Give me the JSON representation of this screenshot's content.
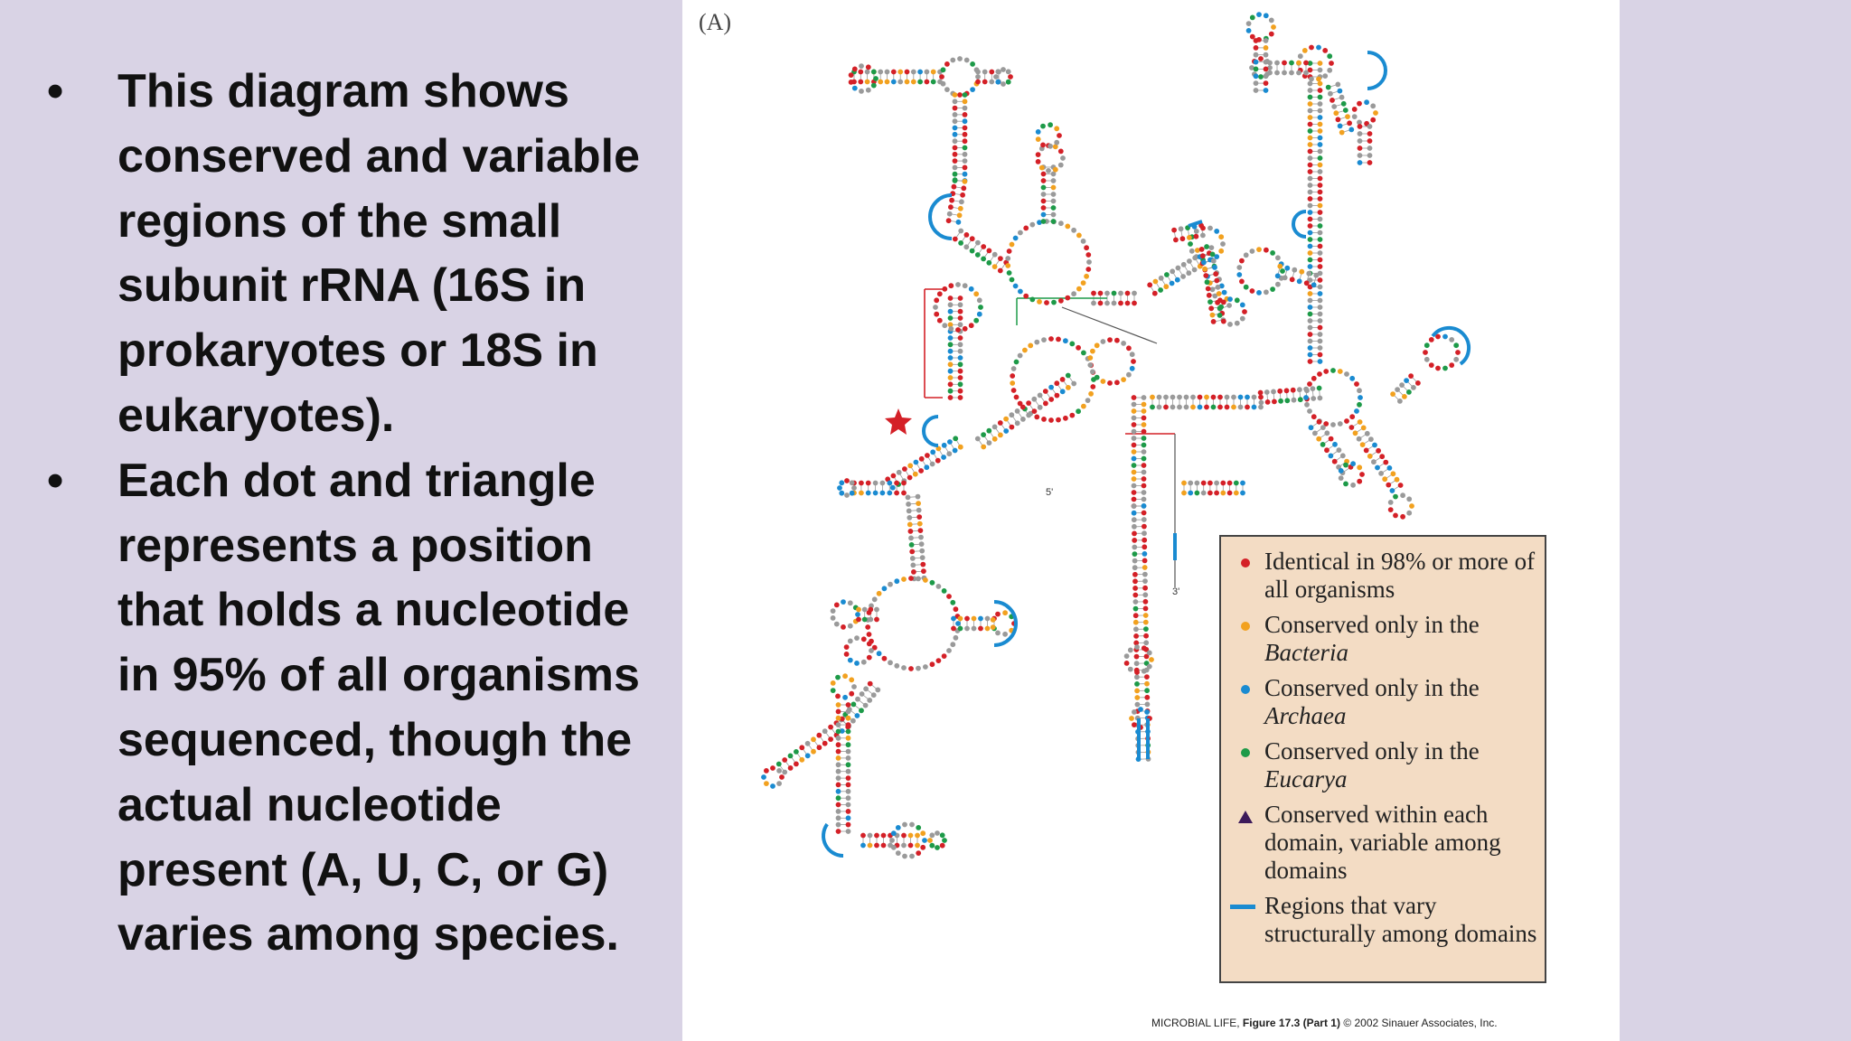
{
  "bullets": [
    "This diagram shows conserved and variable regions of the small subunit rRNA (16S in prokaryotes or 18S in eukaryotes).",
    "Each dot and triangle represents a position that holds a nucleotide in 95% of all organisms sequenced, though the actual nucleotide present (A, U, C, or G) varies among species."
  ],
  "bullet_symbol": "•",
  "figure": {
    "panel_label": "(A)",
    "end_labels": {
      "five_prime": "5'",
      "three_prime": "3'"
    },
    "legend": [
      {
        "marker": "red-dot",
        "color": "#d42027",
        "text": "Identical in 98% or more of all organisms"
      },
      {
        "marker": "orange-dot",
        "color": "#f2a11f",
        "text_plain": "Conserved only in the ",
        "text_italic": "Bacteria"
      },
      {
        "marker": "blue-dot",
        "color": "#1a8bd1",
        "text_plain": "Conserved only in the ",
        "text_italic": "Archaea"
      },
      {
        "marker": "green-dot",
        "color": "#1d9a48",
        "text_plain": "Conserved only in the ",
        "text_italic": "Eucarya"
      },
      {
        "marker": "purple-triangle",
        "color": "#3c1a5a",
        "text": "Conserved within each domain, variable among domains"
      },
      {
        "marker": "blue-line",
        "color": "#1a8bd1",
        "text": "Regions that vary structurally among domains"
      }
    ],
    "credit": {
      "source": "MICROBIAL LIFE",
      "figure": "Figure 17.3 (Part 1)",
      "copyright": "© 2002 Sinauer Associates, Inc."
    }
  }
}
